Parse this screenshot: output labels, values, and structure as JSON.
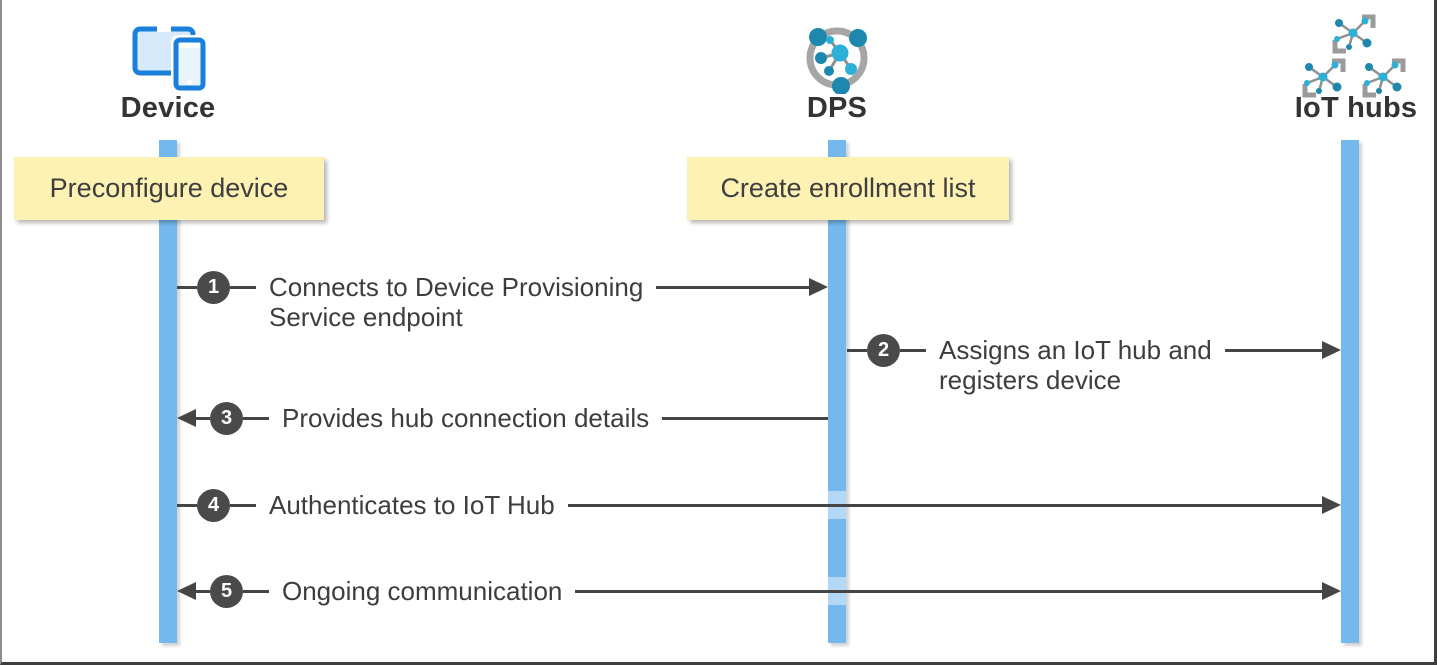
{
  "diagram": {
    "title_hint": "Device Provisioning Service sequence diagram",
    "actors": [
      {
        "id": "device",
        "label": "Device",
        "icon": "device-icon"
      },
      {
        "id": "dps",
        "label": "DPS",
        "icon": "dps-icon"
      },
      {
        "id": "iot_hubs",
        "label": "IoT hubs",
        "icon": "iot-hubs-icon"
      }
    ],
    "notes": [
      {
        "label": "Preconfigure device",
        "actor": "device"
      },
      {
        "label": "Create enrollment list",
        "actor": "dps"
      }
    ],
    "steps": [
      {
        "number": "1",
        "label": "Connects to Device Provisioning",
        "label_line2": "Service endpoint",
        "from": "device",
        "to": "dps",
        "direction": "right"
      },
      {
        "number": "2",
        "label": "Assigns an IoT hub and",
        "label_line2": "registers device",
        "from": "dps",
        "to": "iot_hubs",
        "direction": "right"
      },
      {
        "number": "3",
        "label": "Provides hub connection details",
        "label_line2": "",
        "from": "dps",
        "to": "device",
        "direction": "left"
      },
      {
        "number": "4",
        "label": "Authenticates to IoT Hub",
        "label_line2": "",
        "from": "device",
        "to": "iot_hubs",
        "direction": "right"
      },
      {
        "number": "5",
        "label": "Ongoing communication",
        "label_line2": "",
        "from": "device",
        "to": "iot_hubs",
        "direction": "both"
      }
    ],
    "colors": {
      "lifeline": "#74b9ee",
      "lifeline_highlight": "#b3d8f5",
      "note_bg": "#fdf2b4",
      "line": "#454545",
      "step_circle_bg": "#4a4a4a",
      "text": "#3d3d3d",
      "icon_blue": "#1a7edb",
      "icon_cyan": "#2cb0d8",
      "icon_teal": "#1d87ae",
      "icon_gray": "#a6a6a6"
    }
  }
}
